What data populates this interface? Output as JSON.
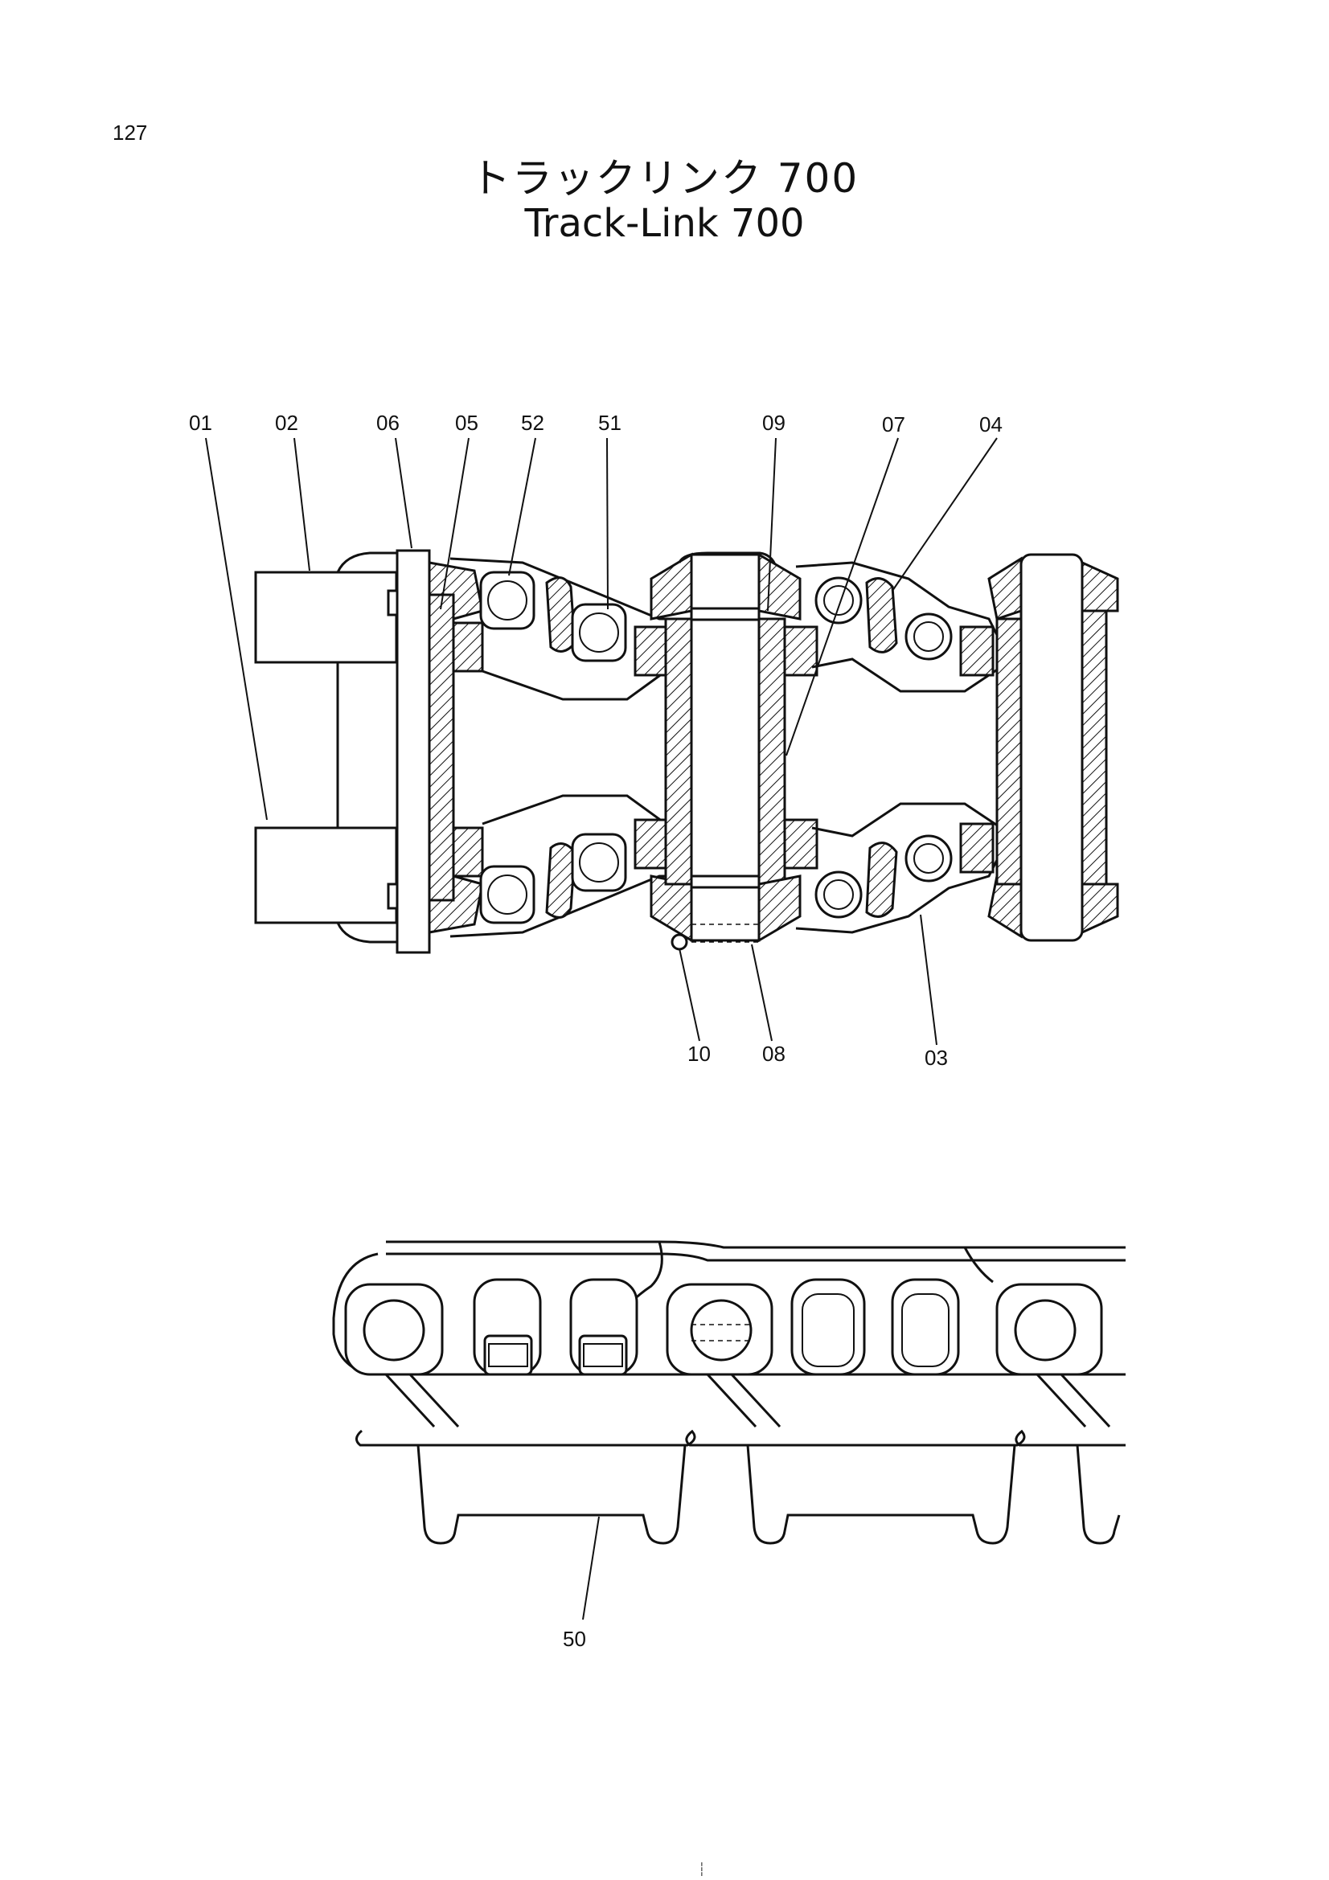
{
  "page": {
    "number": "127",
    "title_jp": "トラックリンク 700",
    "title_en": "Track-Link 700"
  },
  "diagram": {
    "top_view_labels": [
      "01",
      "02",
      "06",
      "05",
      "52",
      "51",
      "09",
      "07",
      "04",
      "10",
      "08",
      "03"
    ],
    "side_view_labels": [
      "50"
    ]
  },
  "colors": {
    "ink": "#111111",
    "paper": "#ffffff"
  }
}
